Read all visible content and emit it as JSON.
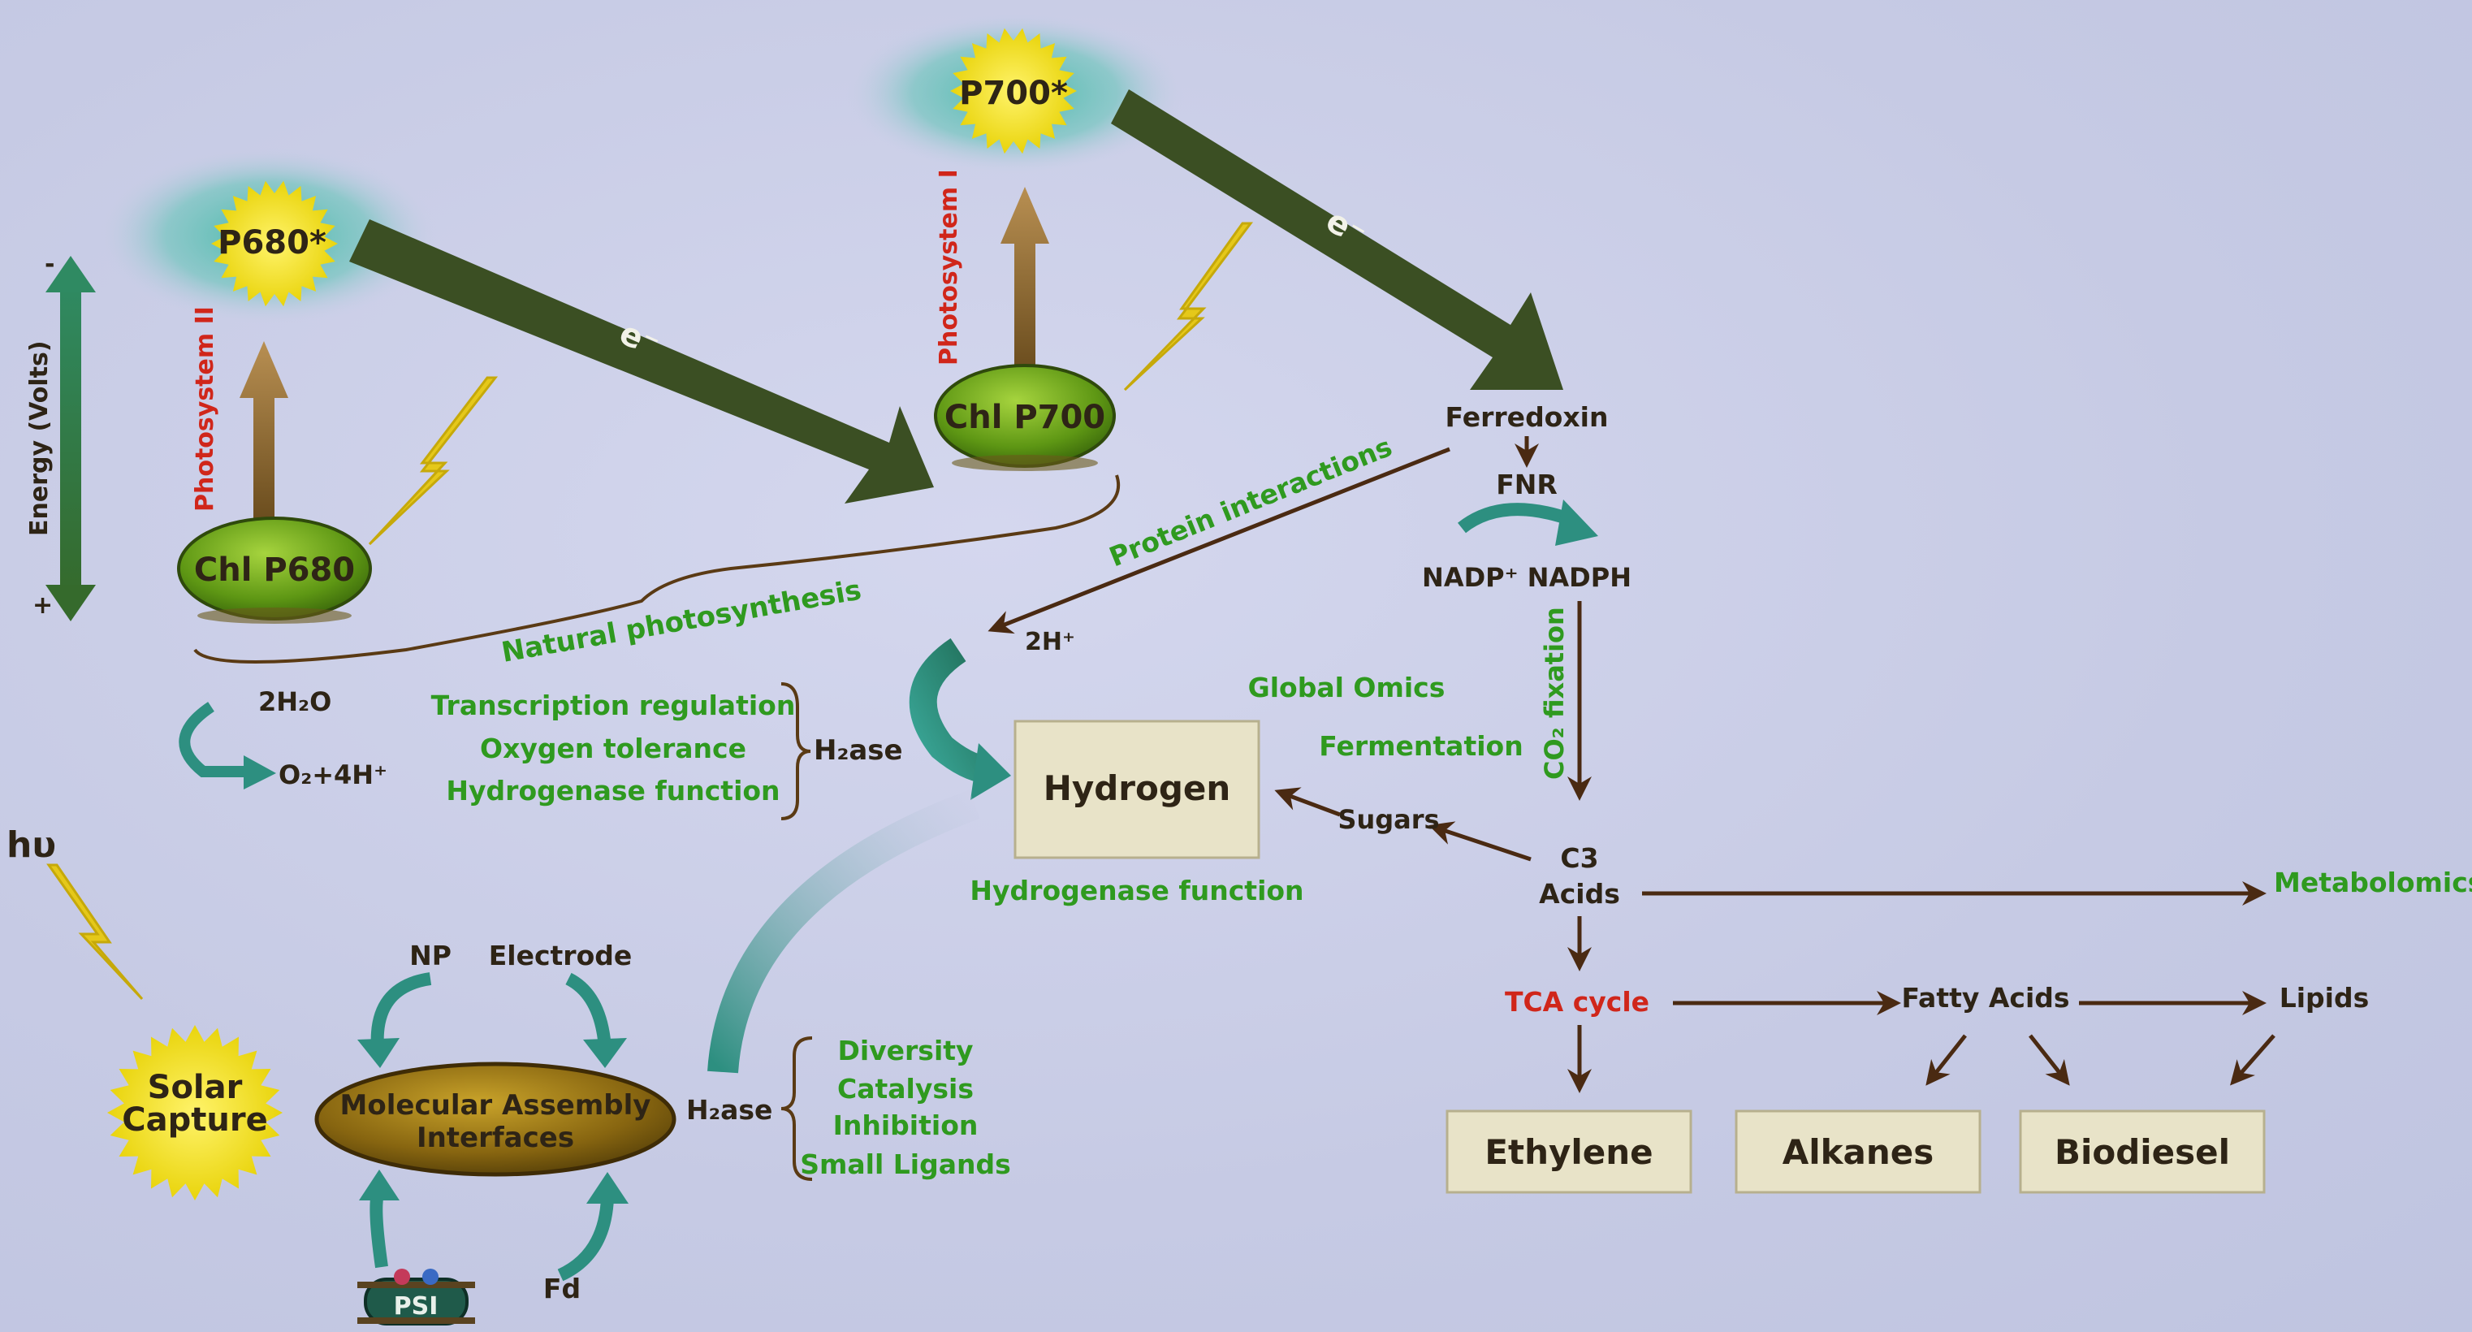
{
  "labels": {
    "p680_star": "P680*",
    "p700_star": "P700*",
    "chl_p680": "Chl P680",
    "chl_p700": "Chl P700",
    "photosystem_ii": "Photosystem II",
    "photosystem_i": "Photosystem I",
    "electron_1": "e⁻",
    "electron_2": "e⁻",
    "energy_axis": "Energy (Volts)",
    "energy_minus": "-",
    "energy_plus": "+",
    "natural_photosynthesis": "Natural photosynthesis",
    "water": "2H₂O",
    "oxygen": "O₂+4H⁺",
    "hv": "hυ",
    "solar_capture_1": "Solar",
    "solar_capture_2": "Capture",
    "transcription": "Transcription regulation",
    "oxygen_tolerance": "Oxygen tolerance",
    "hydrogenase_function_left": "Hydrogenase function",
    "h2ase_top": "H₂ase",
    "protein_interactions": "Protein interactions",
    "two_h": "2H⁺",
    "hydrogen": "Hydrogen",
    "hydrogenase_function_bottom": "Hydrogenase  function",
    "global_omics": "Global Omics",
    "fermentation": "Fermentation",
    "sugars": "Sugars",
    "ferredoxin": "Ferredoxin",
    "fnr": "FNR",
    "nadp": "NADP⁺ NADPH",
    "co2_fixation": "CO₂ fixation",
    "c3": "C3",
    "acids": "Acids",
    "metabolomics": "Metabolomics",
    "tca_cycle": "TCA cycle",
    "fatty_acids": "Fatty Acids",
    "lipids": "Lipids",
    "ethylene": "Ethylene",
    "alkanes": "Alkanes",
    "biodiesel": "Biodiesel",
    "np": "NP",
    "electrode": "Electrode",
    "molecular_1": "Molecular Assembly",
    "molecular_2": "Interfaces",
    "h2ase_bottom": "H₂ase",
    "diversity": "Diversity",
    "catalysis": "Catalysis",
    "inhibition": "Inhibition",
    "small_ligands": "Small Ligands",
    "psi": "PSI",
    "fd": "Fd"
  },
  "colors": {
    "big_arrow": "#3b4f23",
    "flow_arrow": "#4a2a12",
    "label_green": "#2f9a1f",
    "label_red": "#d0261a",
    "sun": "#f3e31a",
    "chl_green": "#6ea21a",
    "assembly_brown": "#8a6a12",
    "teal_arrow": "#2d8f80"
  }
}
